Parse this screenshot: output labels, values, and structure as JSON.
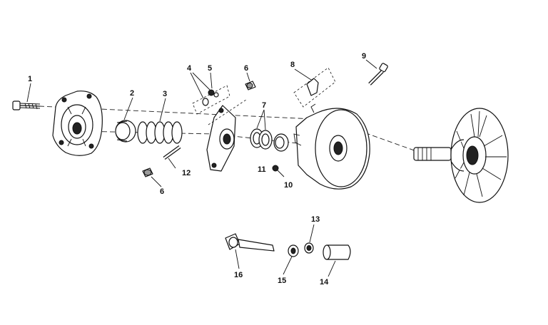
{
  "diagram": {
    "callouts": [
      {
        "id": "1",
        "label": "1"
      },
      {
        "id": "2",
        "label": "2"
      },
      {
        "id": "3",
        "label": "3"
      },
      {
        "id": "4",
        "label": "4"
      },
      {
        "id": "5",
        "label": "5"
      },
      {
        "id": "6a",
        "label": "6"
      },
      {
        "id": "6b",
        "label": "6"
      },
      {
        "id": "7",
        "label": "7"
      },
      {
        "id": "8",
        "label": "8"
      },
      {
        "id": "9",
        "label": "9"
      },
      {
        "id": "10",
        "label": "10"
      },
      {
        "id": "11",
        "label": "11"
      },
      {
        "id": "12",
        "label": "12"
      },
      {
        "id": "13",
        "label": "13"
      },
      {
        "id": "14",
        "label": "14"
      },
      {
        "id": "15",
        "label": "15"
      },
      {
        "id": "16",
        "label": "16"
      }
    ]
  }
}
